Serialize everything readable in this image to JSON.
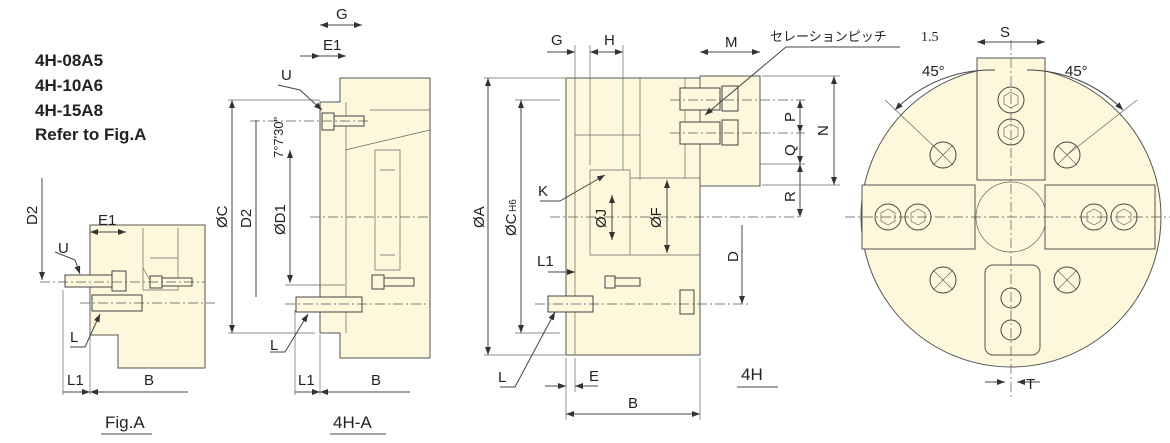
{
  "models": {
    "line1": "4H-08A5",
    "line2": "4H-10A6",
    "line3": "4H-15A8",
    "note": "Refer to Fig.A"
  },
  "fig_a": {
    "caption": "Fig.A",
    "labels": {
      "D2": "D2",
      "E1": "E1",
      "U": "U",
      "L": "L",
      "L1": "L1",
      "B": "B"
    }
  },
  "fig_4h_a": {
    "caption": "4H-A",
    "labels": {
      "G": "G",
      "E1": "E1",
      "U": "U",
      "angle": "7°7'30\"",
      "C": "ØC",
      "D2": "D2",
      "D1": "ØD1",
      "L": "L",
      "L1": "L1",
      "B": "B"
    }
  },
  "fig_4h": {
    "caption": "4H",
    "serration_label": "セレーションピッチ",
    "serration_value": "1.5",
    "labels": {
      "G": "G",
      "H": "H",
      "M": "M",
      "A": "ØA",
      "C": "ØC",
      "C_tol": "H6",
      "K": "K",
      "J": "ØJ",
      "F": "ØF",
      "L1": "L1",
      "D": "D",
      "P": "P",
      "Q": "Q",
      "R": "R",
      "N": "N",
      "L": "L",
      "E": "E",
      "B": "B"
    }
  },
  "front_view": {
    "labels": {
      "S": "S",
      "angle_left": "45°",
      "angle_right": "45°",
      "T": "T"
    }
  },
  "colors": {
    "body_fill": "#fdf8dc",
    "line": "#444444"
  }
}
